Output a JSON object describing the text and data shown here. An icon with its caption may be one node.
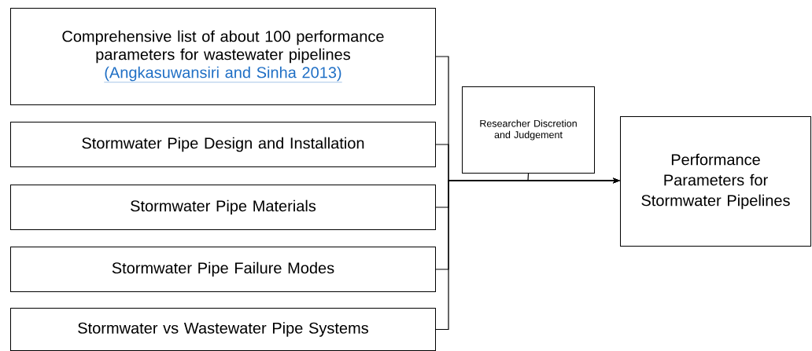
{
  "diagram": {
    "nodes": [
      {
        "text": [
          "Comprehensive list of about 100 performance parameters for wastewater pipelines",
          "(Angkasuwansiri and Sinha 2013)"
        ]
      },
      {
        "text": [
          "Stormwater Pipe Design and Installation"
        ]
      },
      {
        "text": [
          "Stormwater Pipe Materials"
        ]
      },
      {
        "text": [
          "Stormwater Pipe Failure Modes"
        ]
      },
      {
        "text": [
          "Stormwater vs Wastewater Pipe Systems"
        ]
      },
      {
        "text": [
          "Researcher Discretion and Judgement"
        ]
      },
      {
        "text": [
          "Performance Parameters for Stormwater Pipelines"
        ]
      }
    ],
    "edges": [
      {
        "from": 0,
        "to": 6,
        "arrow": "to"
      },
      {
        "from": 1,
        "to": 6,
        "arrow": "to"
      },
      {
        "from": 2,
        "to": 6,
        "arrow": "to"
      },
      {
        "from": 3,
        "to": 6,
        "arrow": "to"
      },
      {
        "from": 4,
        "to": 6,
        "arrow": "to"
      },
      {
        "from": 5,
        "to": 6,
        "arrow": "to"
      }
    ]
  }
}
